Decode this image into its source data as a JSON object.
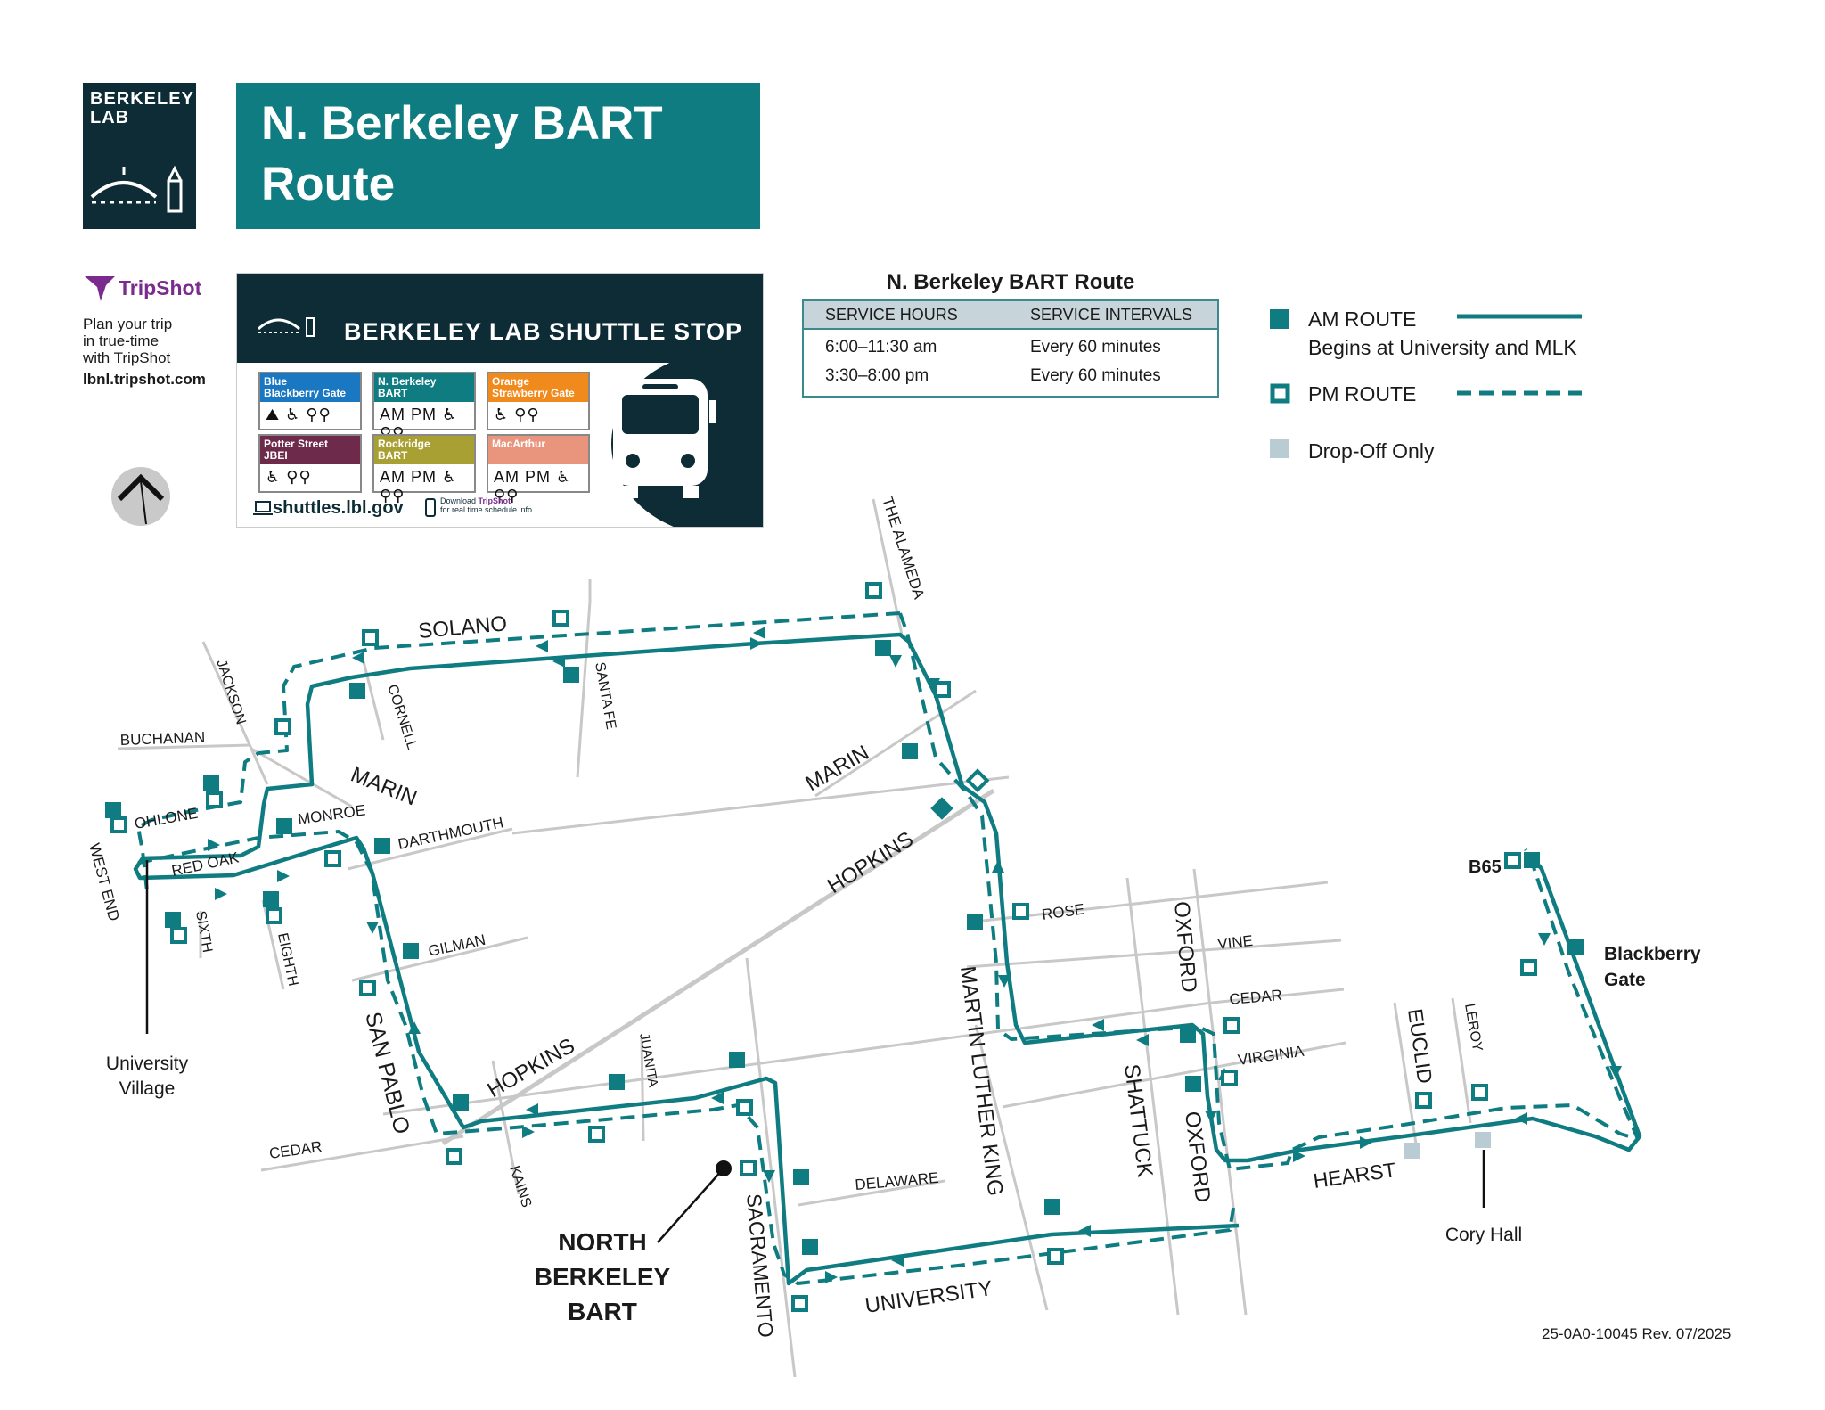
{
  "logo": {
    "line1": "BERKELEY",
    "line2": "LAB"
  },
  "banner": {
    "line1": "N. Berkeley BART",
    "line2": "Route"
  },
  "tripshot": {
    "name": "TripShot",
    "lines": [
      "Plan your trip",
      "in true-time",
      "with TripShot"
    ],
    "url": "lbnl.tripshot.com"
  },
  "sign": {
    "heading": "BERKELEY LAB SHUTTLE STOP",
    "tiles": [
      {
        "line1": "Blue",
        "line2": "Blackberry Gate",
        "color": "#1a78c2",
        "icons": "⛰ ♿ ⚲⚲",
        "am_pm": false
      },
      {
        "line1": "N. Berkeley",
        "line2": "BART",
        "color": "#0e7c80",
        "icons": "AM PM ♿ ⚲⚲",
        "am_pm": true
      },
      {
        "line1": "Orange",
        "line2": "Strawberry Gate",
        "color": "#f08a1c",
        "icons": "♿ ⚲⚲",
        "am_pm": false
      },
      {
        "line1": "Potter Street",
        "line2": "JBEI",
        "color": "#6e2a4a",
        "icons": "♿ ⚲⚲",
        "am_pm": false
      },
      {
        "line1": "Rockridge",
        "line2": "BART",
        "color": "#a8a033",
        "icons": "AM PM ♿ ⚲⚲",
        "am_pm": true
      },
      {
        "line1": "MacArthur",
        "line2": "",
        "color": "#e9957e",
        "icons": "AM PM ♿ ⚲⚲",
        "am_pm": true
      }
    ],
    "url": "shuttles.lbl.gov",
    "download_line1": "Download",
    "download_brand": "TripShot",
    "download_line2": "for real time schedule info"
  },
  "schedule": {
    "title": "N. Berkeley BART Route",
    "header_hours": "SERVICE HOURS",
    "header_intervals": "SERVICE INTERVALS",
    "rows": [
      {
        "hours": "6:00–11:30 am",
        "interval": "Every 60 minutes"
      },
      {
        "hours": "3:30–8:00 pm",
        "interval": "Every 60 minutes"
      }
    ]
  },
  "legend": {
    "am": "AM ROUTE",
    "am_note": "Begins at University and MLK",
    "pm": "PM ROUTE",
    "dropoff": "Drop-Off Only"
  },
  "colors": {
    "route": "#0e7c80",
    "street": "#c8c8c8",
    "dropoff": "#b9cbd3",
    "navy": "#0d2c35"
  },
  "streets": {
    "the_alameda": "THE ALAMEDA",
    "solano": "SOLANO",
    "santa_fe": "SANTA FE",
    "jackson": "JACKSON",
    "cornell": "CORNELL",
    "buchanan": "BUCHANAN",
    "marin_w": "MARIN",
    "marin_e": "MARIN",
    "ohlone": "OHLONE",
    "monroe": "MONROE",
    "darthmouth": "DARTHMOUTH",
    "red_oak": "RED OAK",
    "west_end": "WEST END",
    "sixth": "SIXTH",
    "eighth": "EIGHTH",
    "gilman": "GILMAN",
    "hopkins_ne": "HOPKINS",
    "hopkins_sw": "HOPKINS",
    "san_pablo": "SAN PABLO",
    "juanita": "JUANITA",
    "cedar_w": "CEDAR",
    "kains": "KAINS",
    "delaware": "DELAWARE",
    "sacramento": "SACRAMENTO",
    "university": "UNIVERSITY",
    "rose": "ROSE",
    "mlk": "MARTIN LUTHER KING",
    "vine": "VINE",
    "oxford_n": "OXFORD",
    "cedar_e": "CEDAR",
    "virginia": "VIRGINIA",
    "shattuck": "SHATTUCK",
    "oxford_s": "OXFORD",
    "euclid": "EUCLID",
    "leroy": "LEROY",
    "hearst": "HEARST"
  },
  "places": {
    "university_village_1": "University",
    "university_village_2": "Village",
    "nbb_1": "NORTH",
    "nbb_2": "BERKELEY",
    "nbb_3": "BART",
    "b65": "B65",
    "blackberry_1": "Blackberry",
    "blackberry_2": "Gate",
    "cory_hall": "Cory Hall"
  },
  "doc_code": "25-0A0-10045 Rev. 07/2025"
}
